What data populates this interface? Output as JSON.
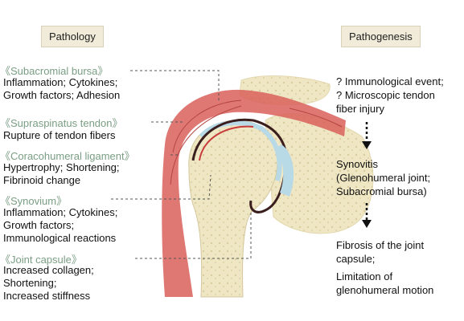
{
  "headers": {
    "pathology": "Pathology",
    "pathogenesis": "Pathogenesis"
  },
  "pathology": [
    {
      "tag": "《Subacromial bursa》",
      "lines": [
        "Inflammation; Cytokines;",
        "Growth factors; Adhesion"
      ]
    },
    {
      "tag": "《Supraspinatus tendon》",
      "lines": [
        "Rupture of tendon fibers"
      ]
    },
    {
      "tag": "《Coracohumeral ligament》",
      "lines": [
        "Hypertrophy; Shortening;",
        "Fibrinoid change"
      ]
    },
    {
      "tag": "《Synovium》",
      "lines": [
        "Inflammation; Cytokines;",
        "Growth factors;",
        "Immunological reactions"
      ]
    },
    {
      "tag": "《Joint capsule》",
      "lines": [
        "Increased collagen;",
        "Shortening;",
        "Increased stiffness"
      ]
    }
  ],
  "pathogenesis": [
    {
      "lines": [
        "? Immunological event;",
        "? Microscopic tendon",
        "fiber injury"
      ]
    },
    {
      "lines": [
        "Synovitis",
        "(Glenohumeral joint;",
        "Subacromial bursa)"
      ]
    },
    {
      "lines": [
        "Fibrosis of the joint",
        "capsule;",
        "Limitation of",
        "glenohumeral motion"
      ]
    }
  ],
  "colors": {
    "tag": "#7a9e83",
    "header_bg": "#f1ecd9",
    "bone": "#efe6c4",
    "muscle": "#d9605a",
    "cartilage": "#b8d9e6"
  }
}
